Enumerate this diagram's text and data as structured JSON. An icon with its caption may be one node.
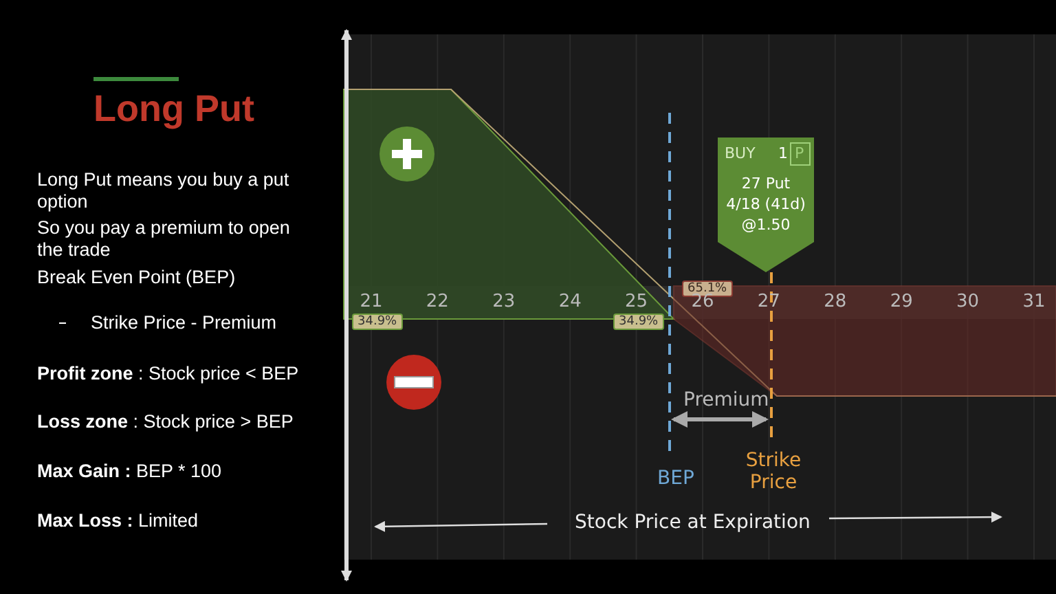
{
  "diagram": {
    "title": "Long Put",
    "labels": [
      "Long Put means you buy a put option",
      "So you pay a premium to open the trade",
      "Break Even Point (BEP)",
      "Strike Price - Premium",
      "**Profit zone** : Stock price < BEP",
      "**Loss zone** : Stock price > BEP",
      "**Max Gain :** BEP * 100",
      "**Max Loss :** Limited",
      "BUY",
      "1",
      "P",
      "27 Put",
      "4/18 (41d)",
      "@1.50",
      "65.1%",
      "21",
      "22",
      "23",
      "24",
      "25",
      "26",
      "27",
      "28",
      "29",
      "30",
      "31",
      "34.9%",
      "34.9%",
      "Premium",
      "BEP",
      "Strike Price",
      "Stock Price at Expiration"
    ]
  }
}
